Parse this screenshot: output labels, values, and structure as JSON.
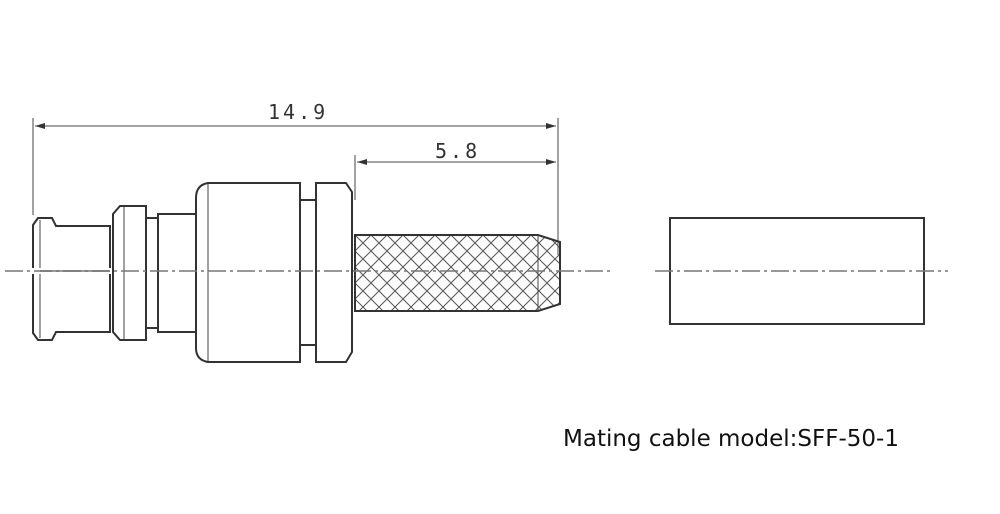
{
  "dimensions": {
    "overall_length": "14.9",
    "crimp_length": "5.8"
  },
  "caption": "Mating cable model:SFF-50-1"
}
